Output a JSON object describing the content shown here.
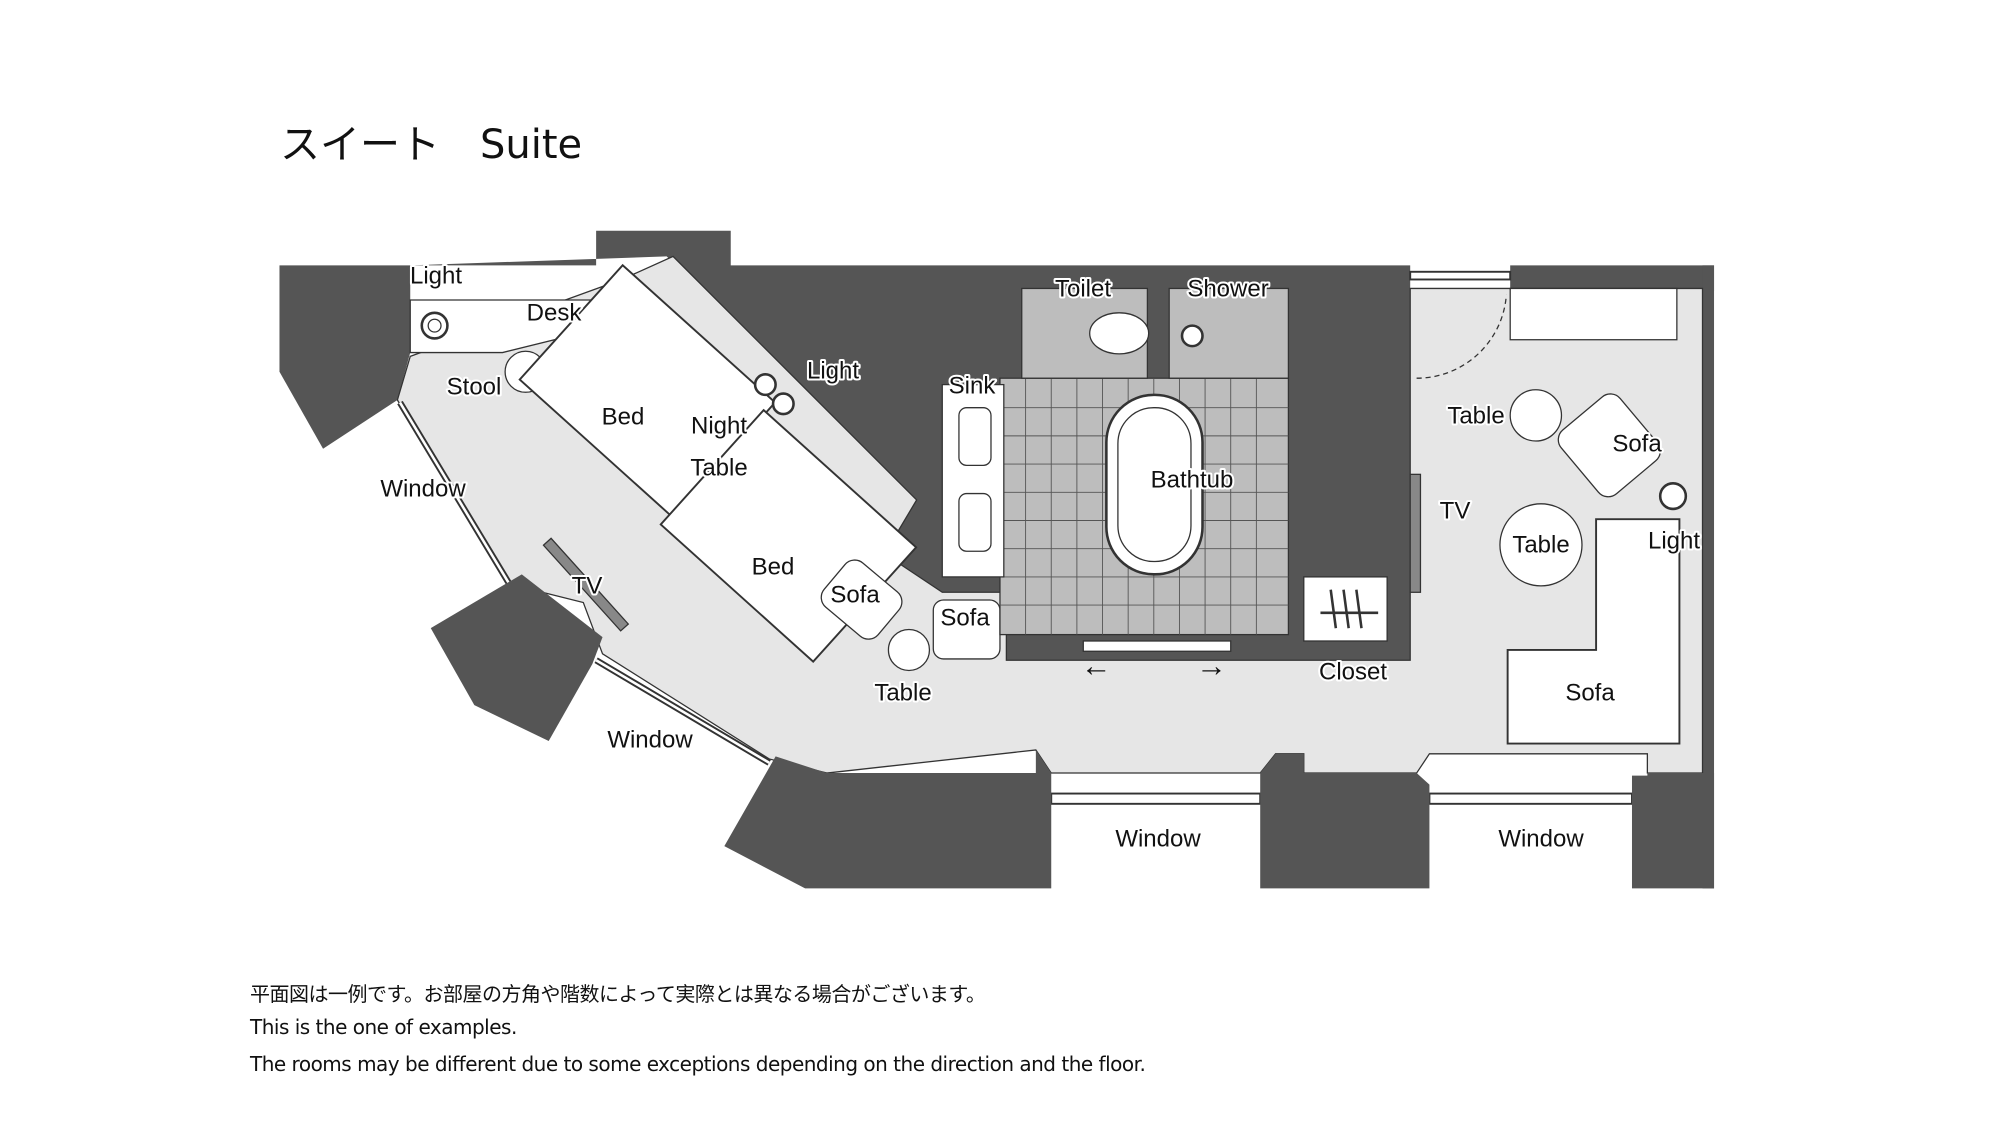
{
  "title": "スイート　Suite",
  "labels": {
    "light_desk": "Light",
    "desk": "Desk",
    "stool": "Stool",
    "bed1": "Bed",
    "light_night": "Light",
    "night": "Night",
    "night_table": "Table",
    "window_left": "Window",
    "tv_left": "TV",
    "bed2": "Bed",
    "sofa_small1": "Sofa",
    "sofa_small2": "Sofa",
    "table_small": "Table",
    "window_diag": "Window",
    "toilet": "Toilet",
    "shower": "Shower",
    "sink": "Sink",
    "bathtub": "Bathtub",
    "closet": "Closet",
    "tv_right": "TV",
    "table_right1": "Table",
    "sofa_right1": "Sofa",
    "table_right2": "Table",
    "light_right": "Light",
    "sofa_large": "Sofa",
    "window_bottom1": "Window",
    "window_bottom2": "Window"
  },
  "footer": [
    "平面図は一例です。お部屋の方角や階数によって実際とは異なる場合がございます。",
    "This is the one of examples.",
    "The rooms may be different due to some exceptions depending on the direction and the floor."
  ],
  "colors": {
    "wall": "#555555",
    "floor": "#e6e6e6",
    "tile": "#bdbdbd"
  }
}
